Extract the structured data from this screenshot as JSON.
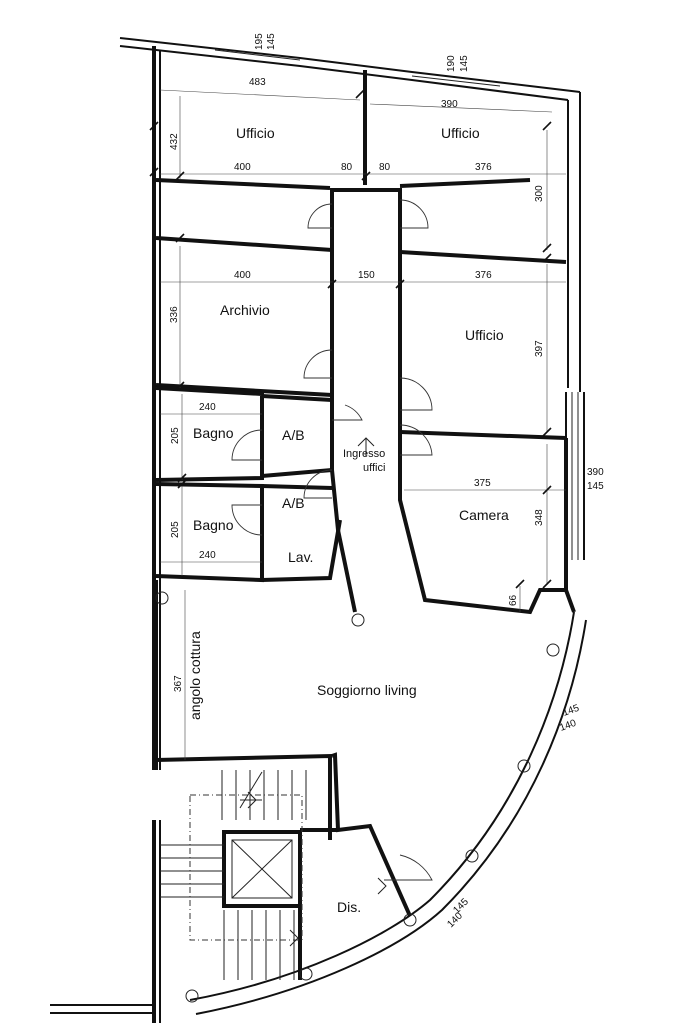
{
  "rooms": {
    "ufficio_1": "Ufficio",
    "ufficio_2": "Ufficio",
    "ufficio_3": "Ufficio",
    "archivio": "Archivio",
    "bagno_1": "Bagno",
    "bagno_2": "Bagno",
    "ab_1": "A/B",
    "ab_2": "A/B",
    "lav": "Lav.",
    "ingresso_line1": "Ingresso",
    "ingresso_line2": "uffici",
    "camera": "Camera",
    "soggiorno": "Soggiorno living",
    "angolo": "angolo cottura",
    "dis": "Dis."
  },
  "dimensions": {
    "d_483": "483",
    "d_195": "195",
    "d_145_a": "145",
    "d_190": "190",
    "d_145_b": "145",
    "d_390_a": "390",
    "d_432": "432",
    "d_400_a": "400",
    "d_80_a": "80",
    "d_80_b": "80",
    "d_376_a": "376",
    "d_300": "300",
    "d_400_b": "400",
    "d_150": "150",
    "d_376_b": "376",
    "d_336": "336",
    "d_397": "397",
    "d_240_a": "240",
    "d_205_a": "205",
    "d_390_b": "390",
    "d_145_c": "145",
    "d_375": "375",
    "d_205_b": "205",
    "d_348": "348",
    "d_240_b": "240",
    "d_66": "66",
    "d_367": "367",
    "d_145_d": "145",
    "d_140_a": "140",
    "d_145_e": "145",
    "d_140_b": "140"
  }
}
